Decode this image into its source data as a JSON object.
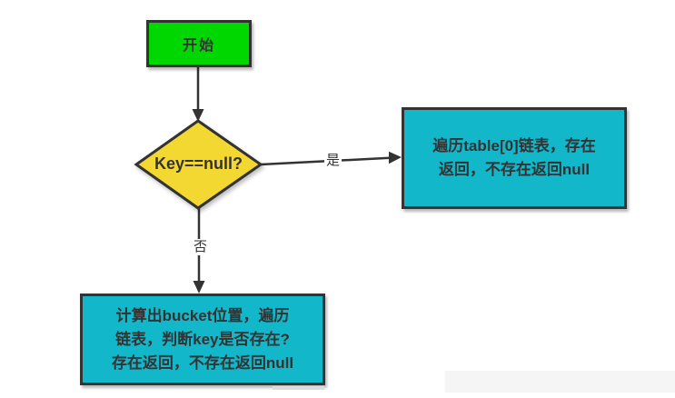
{
  "colors": {
    "green": "#00d700",
    "yellow": "#f4d832",
    "cyan": "#12b7c9",
    "border": "#333333",
    "text": "#333333"
  },
  "flowchart": {
    "nodes": {
      "start": {
        "label": "开始"
      },
      "decision": {
        "label": "Key==null?"
      },
      "process_null_key": {
        "lines": [
          "遍历table[0]链表，存在",
          "返回，不存在返回null"
        ]
      },
      "process_bucket": {
        "lines": [
          "计算出bucket位置，遍历",
          "链表，判断key是否存在?",
          "存在返回，不存在返回null"
        ]
      }
    },
    "edges": {
      "yes_label": "是",
      "no_label": "否"
    }
  }
}
